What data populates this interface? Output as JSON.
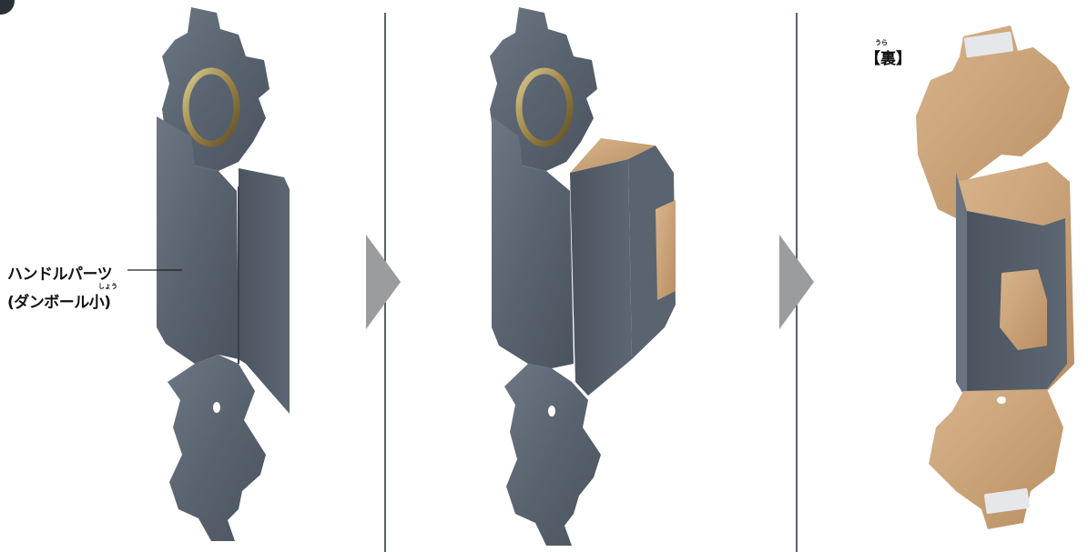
{
  "callout": {
    "part_name": "ハンドルパーツ",
    "material": "(ダンボール小)",
    "material_ruby": "しょう"
  },
  "back_label": {
    "text": "【裏】",
    "ruby": "うら"
  },
  "colors": {
    "cardboard_gray": "#5c6672",
    "cardboard_gray_dark": "#464e58",
    "cardboard_inside": "#c9a27a",
    "gold": "#b09a5a",
    "divider": "#1d2f44",
    "arrow": "#9a9c9d"
  },
  "icons": [
    "step-arrow-icon",
    "step-arrow-icon"
  ]
}
